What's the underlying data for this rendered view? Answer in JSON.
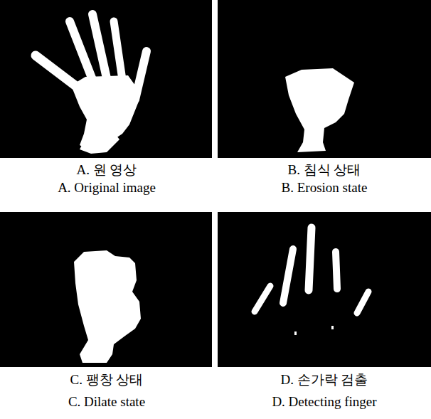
{
  "diagram": {
    "labels": [
      "A. 원 영상",
      "A. Original image",
      "B. 침식 상태",
      "B. Erosion state",
      "C. 팽창 상태",
      "C. Dilate state",
      "D. 손가락 검출",
      "D. Detecting finger"
    ]
  }
}
